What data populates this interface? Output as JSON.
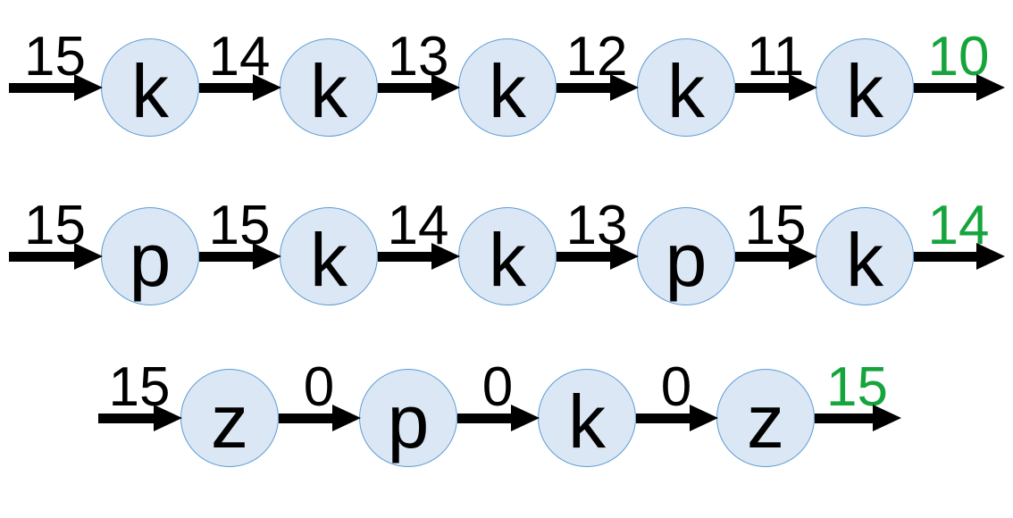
{
  "diagram": {
    "description": "Three horizontal chains of circular state nodes connected by labeled arrows",
    "colors": {
      "background": "#ffffff",
      "node_fill": "#dbe7f4",
      "node_border": "#5b9bd5",
      "arrow": "#000000",
      "label": "#000000",
      "final_label": "#16a43c"
    },
    "rows": [
      {
        "nodes": [
          "k",
          "k",
          "k",
          "k",
          "k"
        ],
        "edge_labels": [
          "15",
          "14",
          "13",
          "12",
          "11",
          "10"
        ],
        "final_label_green": true
      },
      {
        "nodes": [
          "p",
          "k",
          "k",
          "p",
          "k"
        ],
        "edge_labels": [
          "15",
          "15",
          "14",
          "13",
          "15",
          "14"
        ],
        "final_label_green": true
      },
      {
        "nodes": [
          "z",
          "p",
          "k",
          "z"
        ],
        "edge_labels": [
          "15",
          "0",
          "0",
          "0",
          "15"
        ],
        "final_label_green": true
      }
    ]
  }
}
